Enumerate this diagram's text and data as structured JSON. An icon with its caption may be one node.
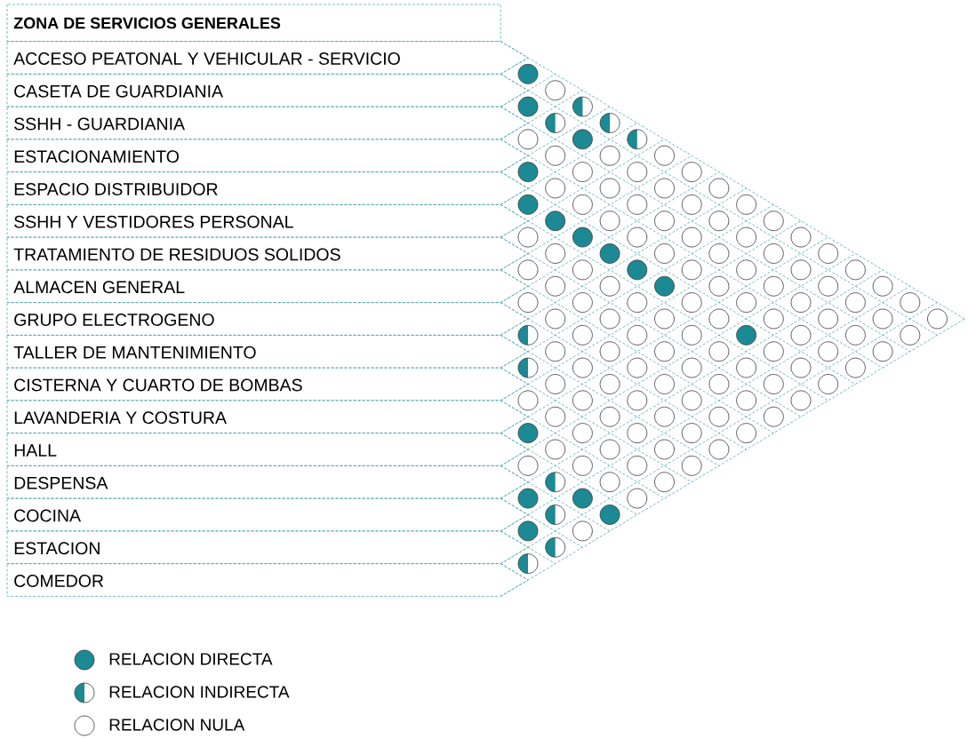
{
  "diagram": {
    "nodes": [
      {
        "text": [
          "ZONA DE SERVICIOS GENERALES"
        ]
      },
      {
        "text": [
          "ACCESO PEATONAL Y VEHICULAR - SERVICIO"
        ]
      },
      {
        "text": [
          "CASETA DE GUARDIANIA"
        ]
      },
      {
        "text": [
          "SSHH - GUARDIANIA"
        ]
      },
      {
        "text": [
          "ESTACIONAMIENTO"
        ]
      },
      {
        "text": [
          "ESPACIO DISTRIBUIDOR"
        ]
      },
      {
        "text": [
          "SSHH Y VESTIDORES PERSONAL"
        ]
      },
      {
        "text": [
          "TRATAMIENTO DE RESIDUOS SOLIDOS"
        ]
      },
      {
        "text": [
          "ALMACEN GENERAL"
        ]
      },
      {
        "text": [
          "GRUPO ELECTROGENO"
        ]
      },
      {
        "text": [
          "TALLER DE MANTENIMIENTO"
        ]
      },
      {
        "text": [
          "CISTERNA Y CUARTO DE BOMBAS"
        ]
      },
      {
        "text": [
          "LAVANDERIA Y COSTURA"
        ]
      },
      {
        "text": [
          "HALL"
        ]
      },
      {
        "text": [
          "DESPENSA"
        ]
      },
      {
        "text": [
          "COCINA"
        ]
      },
      {
        "text": [
          "ESTACION"
        ]
      },
      {
        "text": [
          "COMEDOR"
        ]
      },
      {
        "text": [],
        "shape": "disc"
      },
      {
        "text": [],
        "shape": "circle"
      },
      {
        "text": [],
        "shape": "disc"
      },
      {
        "text": [],
        "shape": "half-disc"
      },
      {
        "text": [],
        "shape": "half-disc"
      },
      {
        "text": [],
        "shape": "half-disc"
      },
      {
        "text": [],
        "shape": "circle"
      },
      {
        "text": [],
        "shape": "disc"
      },
      {
        "text": [],
        "shape": "half-disc"
      },
      {
        "text": [],
        "shape": "circle"
      },
      {
        "text": [],
        "shape": "circle"
      },
      {
        "text": [],
        "shape": "circle"
      },
      {
        "text": [],
        "shape": "disc"
      },
      {
        "text": [],
        "shape": "circle"
      },
      {
        "text": [],
        "shape": "circle"
      },
      {
        "text": [],
        "shape": "circle"
      },
      {
        "text": [],
        "shape": "circle"
      },
      {
        "text": [],
        "shape": "circle"
      },
      {
        "text": [],
        "shape": "circle"
      },
      {
        "text": [],
        "shape": "circle"
      },
      {
        "text": [],
        "shape": "disc"
      },
      {
        "text": [],
        "shape": "circle"
      },
      {
        "text": [],
        "shape": "circle"
      },
      {
        "text": [],
        "shape": "circle"
      },
      {
        "text": [],
        "shape": "circle"
      },
      {
        "text": [],
        "shape": "disc"
      },
      {
        "text": [],
        "shape": "circle"
      },
      {
        "text": [],
        "shape": "circle"
      },
      {
        "text": [],
        "shape": "circle"
      },
      {
        "text": [],
        "shape": "circle"
      },
      {
        "text": [],
        "shape": "circle"
      },
      {
        "text": [],
        "shape": "disc"
      },
      {
        "text": [],
        "shape": "circle"
      },
      {
        "text": [],
        "shape": "circle"
      },
      {
        "text": [],
        "shape": "circle"
      },
      {
        "text": [],
        "shape": "circle"
      },
      {
        "text": [],
        "shape": "circle"
      },
      {
        "text": [],
        "shape": "disc"
      },
      {
        "text": [],
        "shape": "circle"
      },
      {
        "text": [],
        "shape": "circle"
      },
      {
        "text": [],
        "shape": "circle"
      },
      {
        "text": [],
        "shape": "circle"
      },
      {
        "text": [],
        "shape": "circle"
      },
      {
        "text": [],
        "shape": "circle"
      },
      {
        "text": [],
        "shape": "disc"
      },
      {
        "text": [],
        "shape": "circle"
      },
      {
        "text": [],
        "shape": "circle"
      },
      {
        "text": [],
        "shape": "circle"
      },
      {
        "text": [],
        "shape": "circle"
      },
      {
        "text": [],
        "shape": "circle"
      },
      {
        "text": [],
        "shape": "circle"
      },
      {
        "text": [],
        "shape": "disc"
      },
      {
        "text": [],
        "shape": "circle"
      },
      {
        "text": [],
        "shape": "circle"
      },
      {
        "text": [],
        "shape": "circle"
      },
      {
        "text": [],
        "shape": "circle"
      },
      {
        "text": [],
        "shape": "circle"
      },
      {
        "text": [],
        "shape": "circle"
      },
      {
        "text": [],
        "shape": "circle"
      },
      {
        "text": [],
        "shape": "circle"
      },
      {
        "text": [],
        "shape": "circle"
      },
      {
        "text": [],
        "shape": "circle"
      },
      {
        "text": [],
        "shape": "circle"
      },
      {
        "text": [],
        "shape": "circle"
      },
      {
        "text": [],
        "shape": "circle"
      },
      {
        "text": [],
        "shape": "circle"
      },
      {
        "text": [],
        "shape": "circle"
      },
      {
        "text": [],
        "shape": "circle"
      },
      {
        "text": [],
        "shape": "circle"
      },
      {
        "text": [],
        "shape": "circle"
      },
      {
        "text": [],
        "shape": "circle"
      },
      {
        "text": [],
        "shape": "circle"
      },
      {
        "text": [],
        "shape": "half-disc"
      },
      {
        "text": [],
        "shape": "circle"
      },
      {
        "text": [],
        "shape": "circle"
      },
      {
        "text": [],
        "shape": "circle"
      },
      {
        "text": [],
        "shape": "disc"
      },
      {
        "text": [],
        "shape": "circle"
      },
      {
        "text": [],
        "shape": "circle"
      },
      {
        "text": [],
        "shape": "circle"
      },
      {
        "text": [],
        "shape": "circle"
      },
      {
        "text": [],
        "shape": "circle"
      },
      {
        "text": [],
        "shape": "circle"
      },
      {
        "text": [],
        "shape": "circle"
      },
      {
        "text": [],
        "shape": "circle"
      },
      {
        "text": [],
        "shape": "circle"
      },
      {
        "text": [],
        "shape": "circle"
      },
      {
        "text": [],
        "shape": "half-disc"
      },
      {
        "text": [],
        "shape": "circle"
      },
      {
        "text": [],
        "shape": "circle"
      },
      {
        "text": [],
        "shape": "circle"
      },
      {
        "text": [],
        "shape": "circle"
      },
      {
        "text": [],
        "shape": "circle"
      },
      {
        "text": [],
        "shape": "circle"
      },
      {
        "text": [],
        "shape": "circle"
      },
      {
        "text": [],
        "shape": "circle"
      },
      {
        "text": [],
        "shape": "circle"
      },
      {
        "text": [],
        "shape": "circle"
      },
      {
        "text": [],
        "shape": "circle"
      },
      {
        "text": [],
        "shape": "circle"
      },
      {
        "text": [],
        "shape": "circle"
      },
      {
        "text": [],
        "shape": "circle"
      },
      {
        "text": [],
        "shape": "circle"
      },
      {
        "text": [],
        "shape": "circle"
      },
      {
        "text": [],
        "shape": "circle"
      },
      {
        "text": [],
        "shape": "circle"
      },
      {
        "text": [],
        "shape": "circle"
      },
      {
        "text": [],
        "shape": "circle"
      },
      {
        "text": [],
        "shape": "circle"
      },
      {
        "text": [],
        "shape": "circle"
      },
      {
        "text": [],
        "shape": "circle"
      },
      {
        "text": [],
        "shape": "disc"
      },
      {
        "text": [],
        "shape": "circle"
      },
      {
        "text": [],
        "shape": "circle"
      },
      {
        "text": [],
        "shape": "circle"
      },
      {
        "text": [],
        "shape": "circle"
      },
      {
        "text": [],
        "shape": "circle"
      },
      {
        "text": [],
        "shape": "circle"
      },
      {
        "text": [],
        "shape": "circle"
      },
      {
        "text": [],
        "shape": "circle"
      },
      {
        "text": [],
        "shape": "circle"
      },
      {
        "text": [],
        "shape": "circle"
      },
      {
        "text": [],
        "shape": "circle"
      },
      {
        "text": [],
        "shape": "circle"
      },
      {
        "text": [],
        "shape": "half-disc"
      },
      {
        "text": [],
        "shape": "circle"
      },
      {
        "text": [],
        "shape": "circle"
      },
      {
        "text": [],
        "shape": "disc"
      },
      {
        "text": [],
        "shape": "disc"
      },
      {
        "text": [],
        "shape": "circle"
      },
      {
        "text": [],
        "shape": "half-disc"
      },
      {
        "text": [],
        "shape": "disc"
      },
      {
        "text": [],
        "shape": "disc"
      },
      {
        "text": [],
        "shape": "circle"
      },
      {
        "text": [],
        "shape": "half-disc"
      },
      {
        "text": [],
        "shape": "half-disc"
      }
    ],
    "legend": [
      {
        "text": "RELACION DIRECTA",
        "color": "#1b8a94"
      },
      {
        "text": "RELACION INDIRECTA"
      },
      {
        "text": "RELACION NULA"
      }
    ]
  }
}
